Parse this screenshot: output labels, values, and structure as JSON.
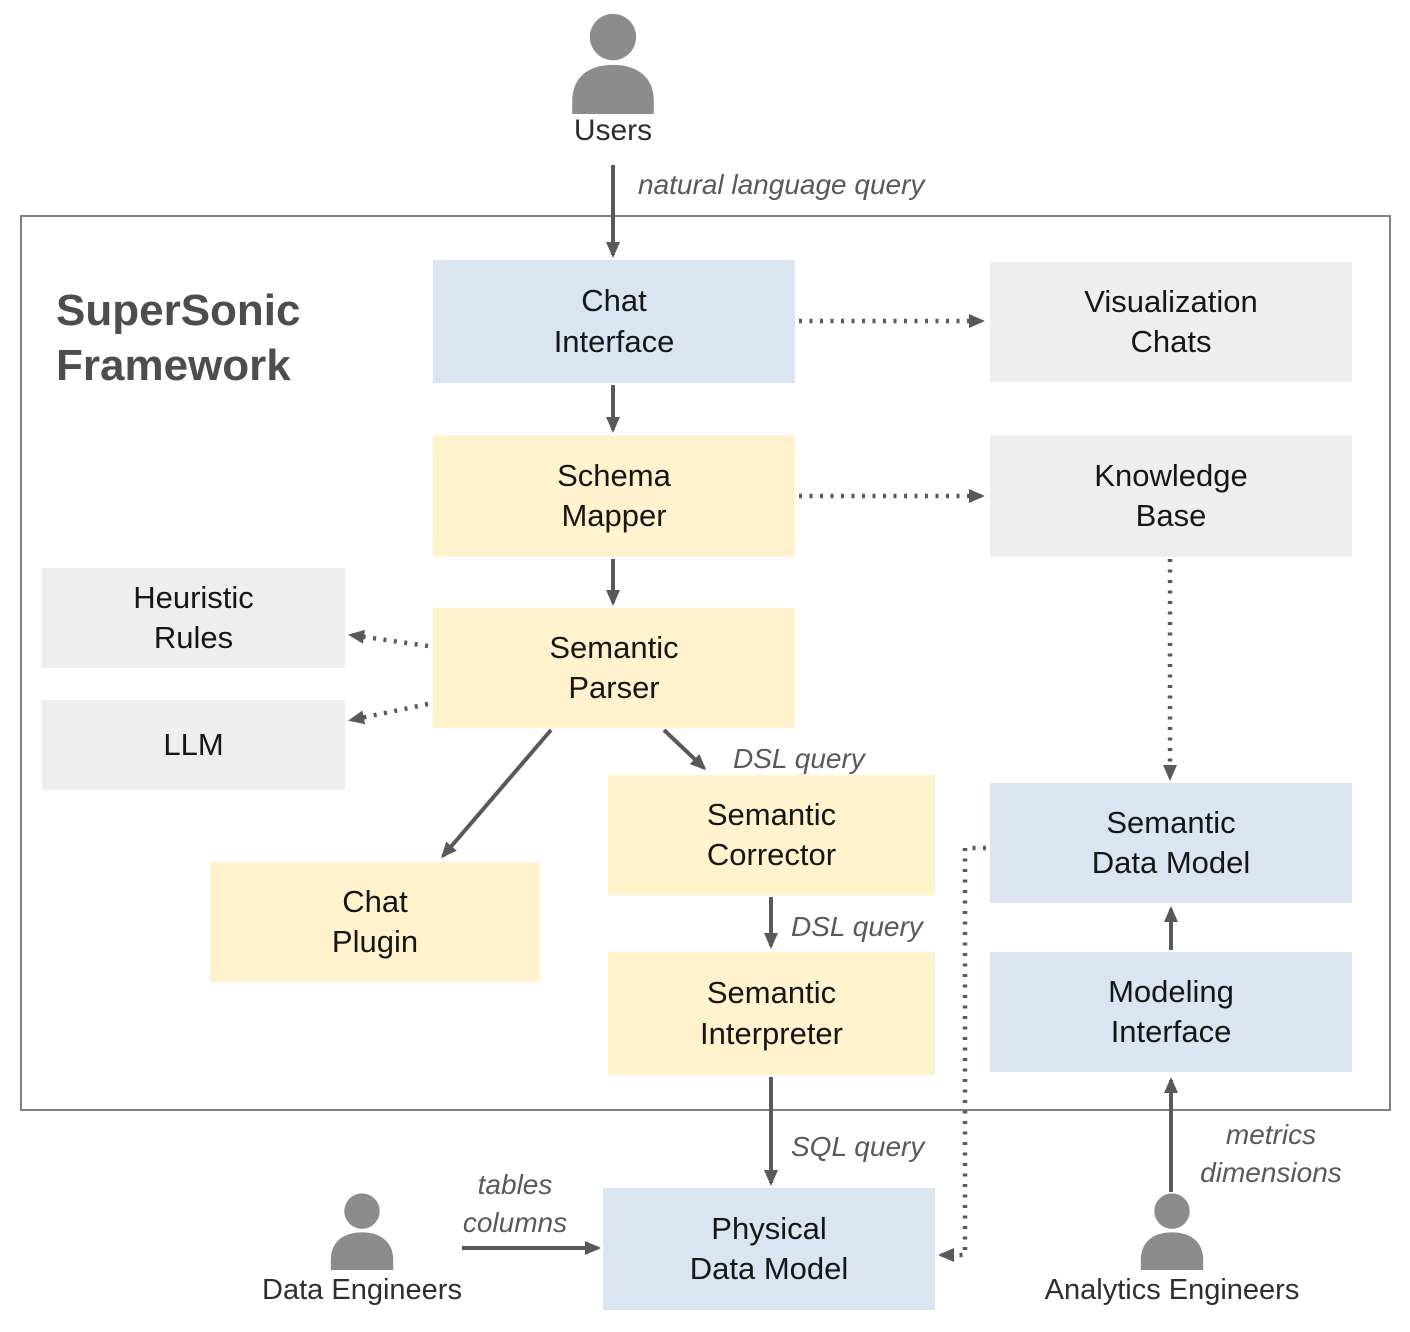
{
  "title": "SuperSonic\nFramework",
  "actors": {
    "users": "Users",
    "data_engineers": "Data Engineers",
    "analytics_engineers": "Analytics Engineers"
  },
  "nodes": {
    "chat_interface": "Chat\nInterface",
    "visualization_chats": "Visualization\nChats",
    "schema_mapper": "Schema\nMapper",
    "knowledge_base": "Knowledge\nBase",
    "heuristic_rules": "Heuristic\nRules",
    "llm": "LLM",
    "semantic_parser": "Semantic\nParser",
    "chat_plugin": "Chat\nPlugin",
    "semantic_corrector": "Semantic\nCorrector",
    "semantic_interpreter": "Semantic\nInterpreter",
    "semantic_data_model": "Semantic\nData Model",
    "modeling_interface": "Modeling\nInterface",
    "physical_data_model": "Physical\nData Model"
  },
  "edge_labels": {
    "natural_language_query": "natural language query",
    "dsl_query_parser_to_corrector": "DSL query",
    "dsl_query_corrector_to_interpreter": "DSL query",
    "sql_query": "SQL query",
    "tables_columns": "tables\ncolumns",
    "metrics_dimensions": "metrics\ndimensions"
  },
  "colors": {
    "interface_box": "#dbe4f1",
    "internal_box": "#fff2cc",
    "external_box": "#eeeeee",
    "arrow": "#595959",
    "frame_border": "#808080",
    "person_icon": "#8c8c8c"
  }
}
